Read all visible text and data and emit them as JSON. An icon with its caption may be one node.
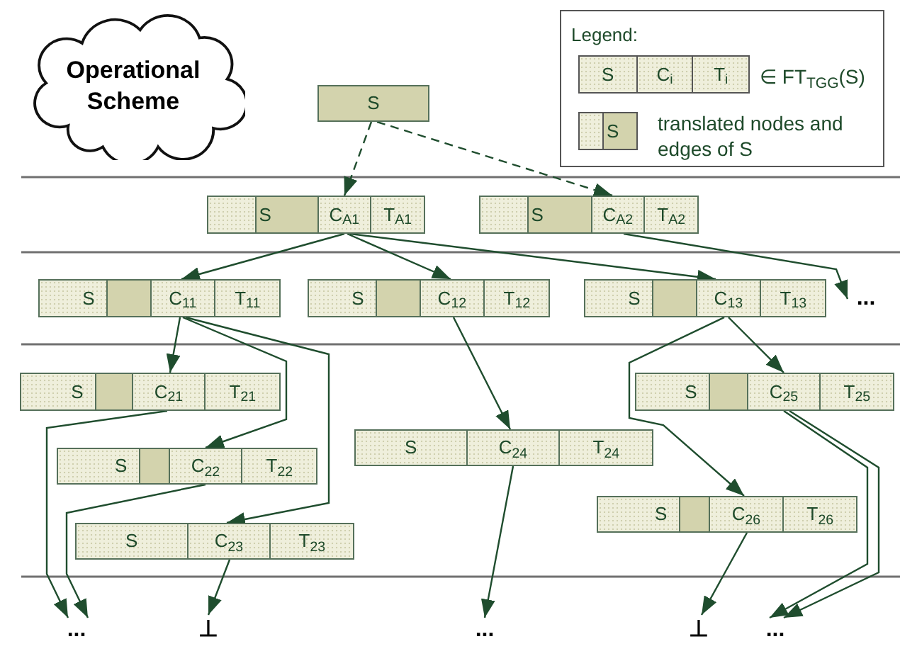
{
  "diagram": {
    "nodes": [
      {
        "text": [
          "Operational Scheme"
        ]
      },
      {
        "text": [
          "S"
        ]
      },
      {
        "text": [
          "S",
          "C$_{A1}$",
          "T$_{A1}$"
        ]
      },
      {
        "text": [
          "S",
          "C$_{A2}$",
          "T$_{A2}$"
        ]
      },
      {
        "text": [
          "S",
          "C$_{11}$",
          "T$_{11}$"
        ]
      },
      {
        "text": [
          "S",
          "C$_{12}$",
          "T$_{12}$"
        ]
      },
      {
        "text": [
          "S",
          "C$_{13}$",
          "T$_{13}$"
        ]
      },
      {
        "text": [
          "..."
        ]
      },
      {
        "text": [
          "S",
          "C$_{21}$",
          "T$_{21}$"
        ]
      },
      {
        "text": [
          "S",
          "C$_{22}$",
          "T$_{22}$"
        ]
      },
      {
        "text": [
          "S",
          "C$_{23}$",
          "T$_{23}$"
        ]
      },
      {
        "text": [
          "S",
          "C$_{24}$",
          "T$_{24}$"
        ]
      },
      {
        "text": [
          "S",
          "C$_{25}$",
          "T$_{25}$"
        ]
      },
      {
        "text": [
          "S",
          "C$_{26}$",
          "T$_{26}$"
        ]
      },
      {
        "text": [
          "..."
        ]
      },
      {
        "text": [
          "⊥"
        ]
      },
      {
        "text": [
          "..."
        ]
      },
      {
        "text": [
          "⊥"
        ]
      },
      {
        "text": [
          "..."
        ]
      }
    ],
    "edges": [
      {
        "from": 1,
        "to": 2,
        "arrow": "to",
        "style": "dashed"
      },
      {
        "from": 1,
        "to": 3,
        "arrow": "to",
        "style": "dashed"
      },
      {
        "from": 2,
        "to": 4,
        "arrow": "to"
      },
      {
        "from": 2,
        "to": 5,
        "arrow": "to"
      },
      {
        "from": 2,
        "to": 6,
        "arrow": "to"
      },
      {
        "from": 3,
        "to": 7,
        "arrow": "to"
      },
      {
        "from": 4,
        "to": 8,
        "arrow": "to"
      },
      {
        "from": 4,
        "to": 9,
        "arrow": "to"
      },
      {
        "from": 4,
        "to": 10,
        "arrow": "to"
      },
      {
        "from": 5,
        "to": 11,
        "arrow": "to"
      },
      {
        "from": 6,
        "to": 12,
        "arrow": "to"
      },
      {
        "from": 6,
        "to": 13,
        "arrow": "to"
      },
      {
        "from": 8,
        "to": 14,
        "arrow": "to"
      },
      {
        "from": 9,
        "to": 14,
        "arrow": "to"
      },
      {
        "from": 10,
        "to": 15,
        "arrow": "to"
      },
      {
        "from": 11,
        "to": 16,
        "arrow": "to"
      },
      {
        "from": 13,
        "to": 17,
        "arrow": "to"
      },
      {
        "from": 12,
        "to": 18,
        "arrow": "to"
      },
      {
        "from": 12,
        "to": 18,
        "arrow": "to"
      }
    ],
    "labels": [
      "Legend:",
      "S",
      "C$_{i}$",
      "T$_{i}$",
      "S"
    ],
    "legend": [
      {
        "text": "∈ FT$_{TGG}$(S)"
      },
      {
        "text": "translated nodes and edges of S"
      }
    ]
  }
}
